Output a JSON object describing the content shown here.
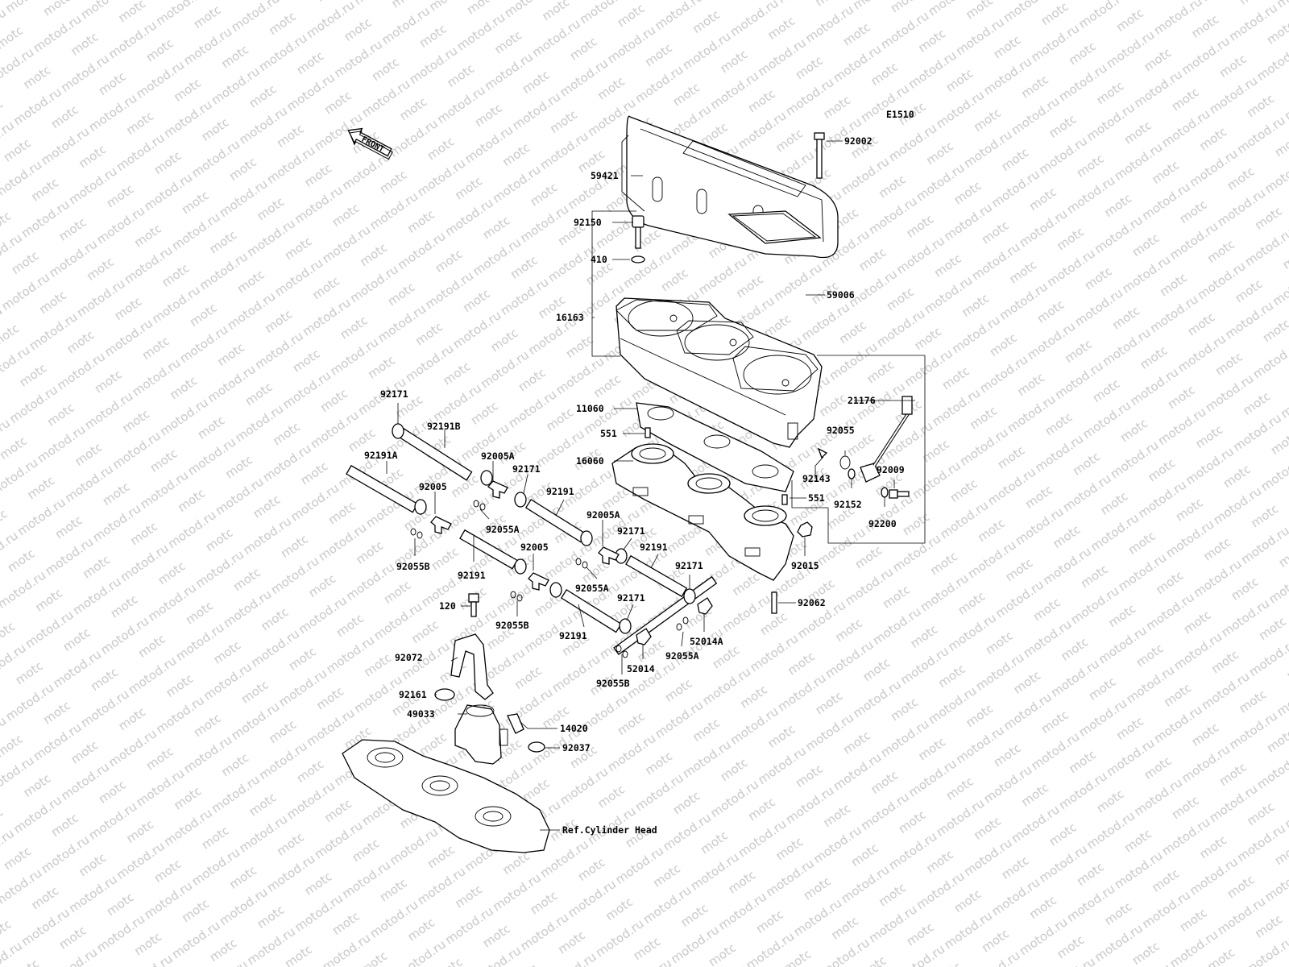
{
  "diagram": {
    "code": "E1510",
    "watermark_text": "motod.ru",
    "front_arrow_label": "FRONT",
    "reference_label": "Ref.Cylinder Head",
    "callouts": [
      {
        "id": "c0",
        "text": "92002"
      },
      {
        "id": "c1",
        "text": "59421"
      },
      {
        "id": "c2",
        "text": "92150"
      },
      {
        "id": "c3",
        "text": "410"
      },
      {
        "id": "c4",
        "text": "59006"
      },
      {
        "id": "c5",
        "text": "16163"
      },
      {
        "id": "c6",
        "text": "21176"
      },
      {
        "id": "c7",
        "text": "11060"
      },
      {
        "id": "c8",
        "text": "92171"
      },
      {
        "id": "c9",
        "text": "92191B"
      },
      {
        "id": "c10",
        "text": "551"
      },
      {
        "id": "c11",
        "text": "92055"
      },
      {
        "id": "c12",
        "text": "92005A"
      },
      {
        "id": "c13",
        "text": "92191A"
      },
      {
        "id": "c14",
        "text": "16060"
      },
      {
        "id": "c15",
        "text": "92171"
      },
      {
        "id": "c16",
        "text": "92143"
      },
      {
        "id": "c17",
        "text": "92009"
      },
      {
        "id": "c18",
        "text": "92005"
      },
      {
        "id": "c19",
        "text": "551"
      },
      {
        "id": "c20",
        "text": "92152"
      },
      {
        "id": "c21",
        "text": "92191"
      },
      {
        "id": "c22",
        "text": "92055A"
      },
      {
        "id": "c23",
        "text": "92200"
      },
      {
        "id": "c24",
        "text": "92005A"
      },
      {
        "id": "c25",
        "text": "92171"
      },
      {
        "id": "c26",
        "text": "92191"
      },
      {
        "id": "c27",
        "text": "92005"
      },
      {
        "id": "c28",
        "text": "92055B"
      },
      {
        "id": "c29",
        "text": "92015"
      },
      {
        "id": "c30",
        "text": "92191"
      },
      {
        "id": "c31",
        "text": "92171"
      },
      {
        "id": "c32",
        "text": "92055A"
      },
      {
        "id": "c33",
        "text": "92171"
      },
      {
        "id": "c34",
        "text": "120"
      },
      {
        "id": "c35",
        "text": "92062"
      },
      {
        "id": "c36",
        "text": "92055B"
      },
      {
        "id": "c37",
        "text": "52014A"
      },
      {
        "id": "c38",
        "text": "92191"
      },
      {
        "id": "c39",
        "text": "92072"
      },
      {
        "id": "c40",
        "text": "92055A"
      },
      {
        "id": "c41",
        "text": "52014"
      },
      {
        "id": "c42",
        "text": "92055B"
      },
      {
        "id": "c43",
        "text": "92161"
      },
      {
        "id": "c44",
        "text": "49033"
      },
      {
        "id": "c45",
        "text": "14020"
      },
      {
        "id": "c46",
        "text": "92037"
      }
    ]
  }
}
